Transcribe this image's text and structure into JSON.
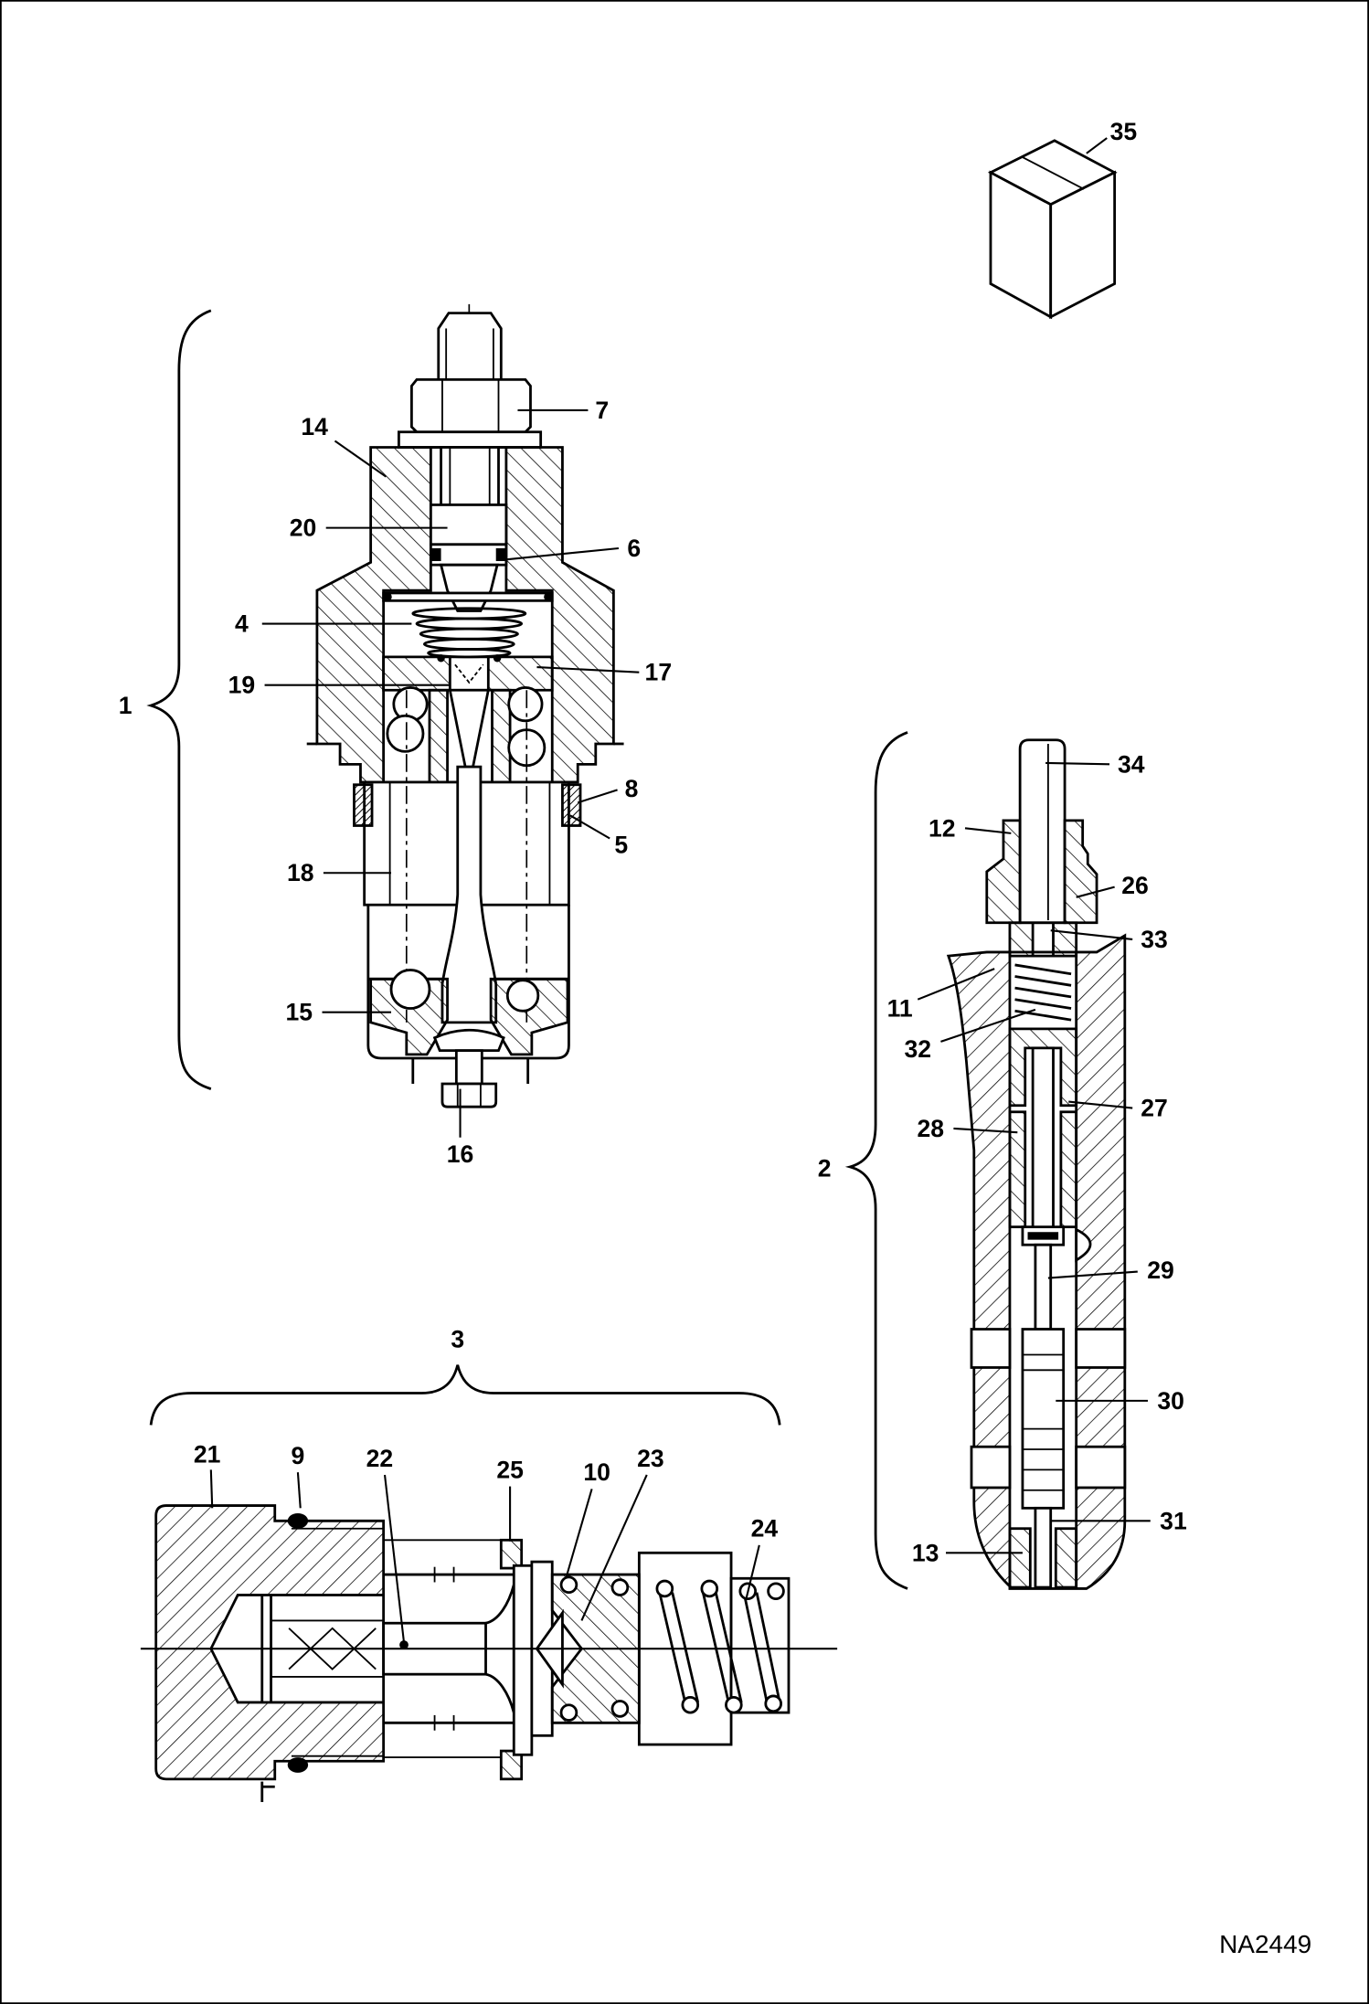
{
  "assembly_labels": {
    "a1": "1",
    "a2": "2",
    "a3": "3"
  },
  "part_labels": {
    "p4": "4",
    "p5": "5",
    "p6": "6",
    "p7": "7",
    "p8": "8",
    "p9": "9",
    "p10": "10",
    "p11": "11",
    "p12": "12",
    "p13": "13",
    "p14": "14",
    "p15": "15",
    "p16": "16",
    "p17": "17",
    "p18": "18",
    "p19": "19",
    "p20": "20",
    "p21": "21",
    "p22": "22",
    "p23": "23",
    "p24": "24",
    "p25": "25",
    "p26": "26",
    "p27": "27",
    "p28": "28",
    "p29": "29",
    "p30": "30",
    "p31": "31",
    "p32": "32",
    "p33": "33",
    "p34": "34",
    "p35": "35"
  },
  "figure_code": "NA2449"
}
